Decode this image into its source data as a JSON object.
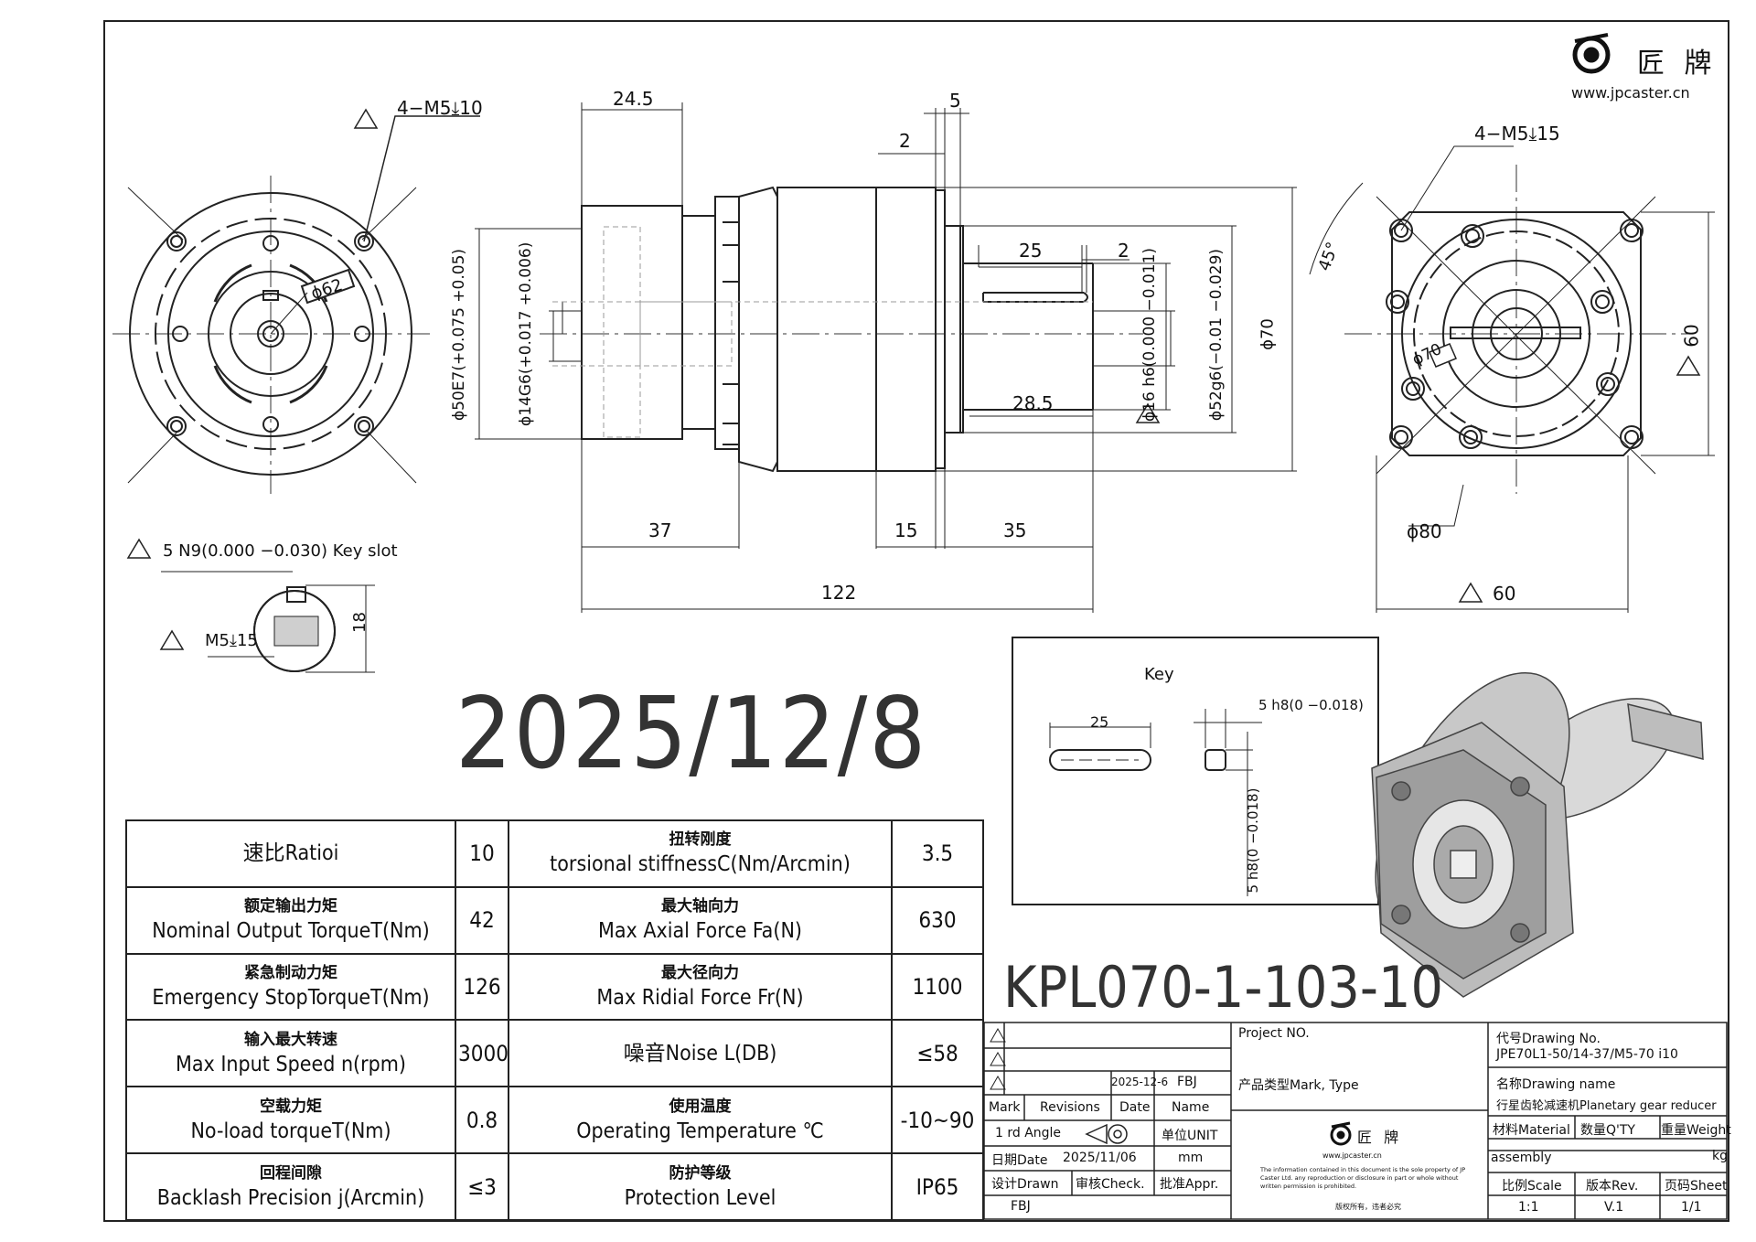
{
  "logo": {
    "brand_cn": "匠 牌",
    "url": "www.jpcaster.cn"
  },
  "front_view": {
    "hole_label": "4−M5⤓10",
    "dia_label": "ϕ62"
  },
  "side_view": {
    "dims": {
      "d24_5": "24.5",
      "d5": "5",
      "d2a": "2",
      "d25": "25",
      "d2b": "2",
      "d37": "37",
      "d15": "15",
      "d35": "35",
      "d122": "122",
      "d28_5": "28.5"
    },
    "diameters": {
      "d50": "ϕ50E7(+0.075 +0.05)",
      "d14": "ϕ14G6(+0.017 +0.006)",
      "d16": "ϕ16 h6(0.000 −0.011)",
      "d52": "ϕ52g6(−0.01 −0.029)",
      "d70": "ϕ70"
    }
  },
  "rear_view": {
    "hole_label": "4−M5⤓15",
    "angle": "45°",
    "dia70": "ϕ70",
    "dia80": "ϕ80",
    "dim60_h": "60",
    "dim60_v": "60"
  },
  "key_slot": {
    "label": "5 N9(0.000 −0.030) Key slot",
    "thread": "M5⤓15",
    "dim18": "18"
  },
  "key": {
    "title": "Key",
    "len": "25",
    "h8_a": "5 h8(0 −0.018)",
    "h8_b": "5 h8(0 −0.018)"
  },
  "date_big": "2025/12/8",
  "model_big": "KPL070-1-103-10",
  "specs": [
    {
      "l_zh": "",
      "l_en": "速比Ratioi",
      "l_val": "10",
      "r_zh": "扭转刚度",
      "r_en": "torsional stiffnessC(Nm/Arcmin)",
      "r_val": "3.5"
    },
    {
      "l_zh": "额定输出力矩",
      "l_en": "Nominal Output TorqueT(Nm)",
      "l_val": "42",
      "r_zh": "最大轴向力",
      "r_en": "Max Axial Force Fa(N)",
      "r_val": "630"
    },
    {
      "l_zh": "紧急制动力矩",
      "l_en": "Emergency StopTorqueT(Nm)",
      "l_val": "126",
      "r_zh": "最大径向力",
      "r_en": "Max Ridial Force Fr(N)",
      "r_val": "1100"
    },
    {
      "l_zh": "输入最大转速",
      "l_en": "Max Input Speed n(rpm)",
      "l_val": "3000",
      "r_zh": "",
      "r_en": "噪音Noise L(DB)",
      "r_val": "≤58"
    },
    {
      "l_zh": "空载力矩",
      "l_en": "No-load torqueT(Nm)",
      "l_val": "0.8",
      "r_zh": "使用温度",
      "r_en": "Operating Temperature ℃",
      "r_val": "-10~90"
    },
    {
      "l_zh": "回程间隙",
      "l_en": "Backlash Precision j(Arcmin)",
      "l_val": "≤3",
      "r_zh": "防护等级",
      "r_en": "Protection Level",
      "r_val": "IP65"
    }
  ],
  "title_block": {
    "rev_date": "2025-12-6",
    "rev_by": "FBJ",
    "mark": "Mark",
    "revisions": "Revisions",
    "date_h": "Date",
    "name_h": "Name",
    "angle": "1 rd Angle",
    "unit_label": "单位UNIT",
    "unit": "mm",
    "date_label": "日期Date",
    "date_val": "2025/11/06",
    "drawn": "设计Drawn",
    "check": "审核Check.",
    "appr": "批准Appr.",
    "drawn_by": "FBJ",
    "project": "Project  NO.",
    "mark_type": "产品类型Mark,  Type",
    "logo_cn": "匠 牌",
    "logo_url": "www.jpcaster.cn",
    "notice": "The information contained in this document is the sole property of JP Caster Ltd. any reproduction or disclosure in part or whole without written permission is prohibited.",
    "notice_cn": "版权所有，违者必究",
    "drawing_no_label": "代号Drawing No.",
    "drawing_no": "JPE70L1-50/14-37/M5-70   i10",
    "drawing_name_label": "名称Drawing name",
    "drawing_name": "行星齿轮减速机Planetary gear reducer",
    "material_label": "材料Material",
    "qty_label": "数量Q'TY",
    "weight_label": "重量Weight",
    "material": "assembly",
    "weight_unit": "kg",
    "scale_label": "比例Scale",
    "rev_label": "版本Rev.",
    "sheet_label": "页码Sheet",
    "scale": "1:1",
    "rev": "V.1",
    "sheet": "1/1"
  }
}
